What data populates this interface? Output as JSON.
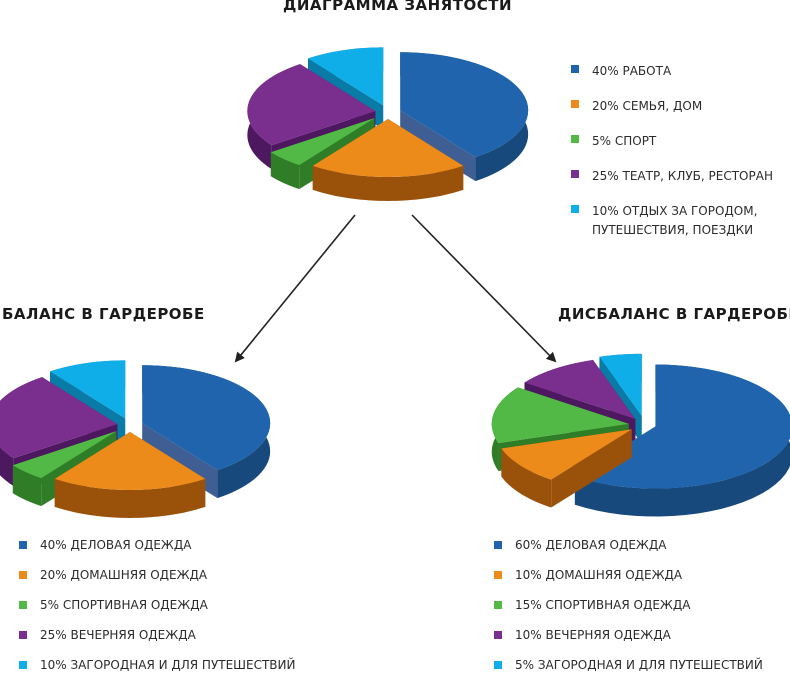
{
  "chart_data": [
    {
      "type": "pie",
      "title": "ДИАГРАММА ЗАНЯТОСТИ",
      "slices": [
        {
          "value": 40,
          "label": "40% РАБОТА",
          "color": "#1f64ac",
          "side": "#17497d",
          "edge": "#3f5f94",
          "explode": 0.1
        },
        {
          "value": 20,
          "label": "20% СЕМЬЯ, ДОМ",
          "color": "#ec8a1a",
          "side": "#9a520b",
          "edge": "#9a520b",
          "explode": 0.12
        },
        {
          "value": 5,
          "label": "5% СПОРТ",
          "color": "#52b947",
          "side": "#2f7d26",
          "edge": "#2f7d26",
          "explode": 0.15
        },
        {
          "value": 25,
          "label": "25% ТЕАТР, КЛУБ, РЕСТОРАН",
          "color": "#7a2f8f",
          "side": "#4d1860",
          "edge": "#4d1860",
          "explode": 0.1
        },
        {
          "value": 10,
          "label": "10% ОТДЫХ ЗА ГОРОДОМ, ПУТЕШЕСТВИЯ, ПОЕЗДКИ",
          "color": "#10aee8",
          "side": "#0a7aa6",
          "edge": "#0a7aa6",
          "explode": 0.12
        }
      ]
    },
    {
      "type": "pie",
      "title": "БАЛАНС В ГАРДЕРОБЕ",
      "slices": [
        {
          "value": 40,
          "label": "40% ДЕЛОВАЯ ОДЕЖДА",
          "color": "#1f64ac",
          "side": "#17497d",
          "edge": "#3f5f94",
          "explode": 0.1
        },
        {
          "value": 20,
          "label": "20% ДОМАШНЯЯ ОДЕЖДА",
          "color": "#ec8a1a",
          "side": "#9a520b",
          "edge": "#9a520b",
          "explode": 0.12
        },
        {
          "value": 5,
          "label": "5% СПОРТИВНАЯ ОДЕЖДА",
          "color": "#52b947",
          "side": "#2f7d26",
          "edge": "#2f7d26",
          "explode": 0.15
        },
        {
          "value": 25,
          "label": "25% ВЕЧЕРНЯЯ ОДЕЖДА",
          "color": "#7a2f8f",
          "side": "#4d1860",
          "edge": "#4d1860",
          "explode": 0.1
        },
        {
          "value": 10,
          "label": "10% ЗАГОРОДНАЯ И ДЛЯ ПУТЕШЕСТВИЙ",
          "color": "#10aee8",
          "side": "#0a7aa6",
          "edge": "#0a7aa6",
          "explode": 0.12
        }
      ]
    },
    {
      "type": "pie",
      "title": "ДИСБАЛАНС В ГАРДЕРОБЕ",
      "slices": [
        {
          "value": 60,
          "label": "60% ДЕЛОВАЯ ОДЕЖДА",
          "color": "#1f64ac",
          "side": "#17497d",
          "edge": "#3f5f94",
          "explode": 0.08
        },
        {
          "value": 10,
          "label": "10% ДОМАШНЯЯ ОДЕЖДА",
          "color": "#ec8a1a",
          "side": "#9a520b",
          "edge": "#9a520b",
          "explode": 0.12
        },
        {
          "value": 15,
          "label": "15% СПОРТИВНАЯ ОДЕЖДА",
          "color": "#52b947",
          "side": "#2f7d26",
          "edge": "#2f7d26",
          "explode": 0.12
        },
        {
          "value": 10,
          "label": "10% ВЕЧЕРНЯЯ ОДЕЖДА",
          "color": "#7a2f8f",
          "side": "#4d1860",
          "edge": "#4d1860",
          "explode": 0.12
        },
        {
          "value": 5,
          "label": "5% ЗАГОРОДНАЯ И ДЛЯ ПУТЕШЕСТВИЙ",
          "color": "#10aee8",
          "side": "#0a7aa6",
          "edge": "#0a7aa6",
          "explode": 0.15
        }
      ]
    }
  ]
}
